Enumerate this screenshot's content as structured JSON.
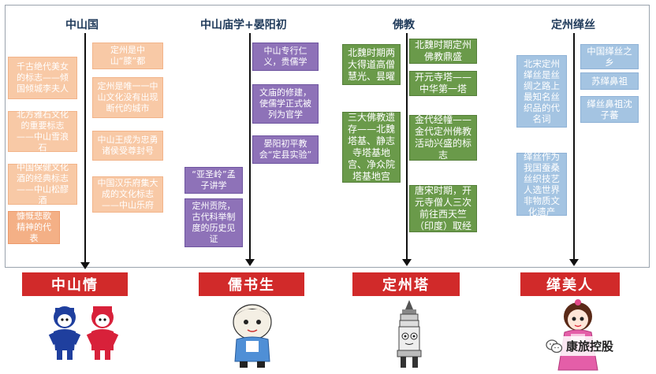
{
  "columns": [
    {
      "title": "中山国",
      "banner": "中山情"
    },
    {
      "title": "中山庙学+晏阳初",
      "banner": "儒书生"
    },
    {
      "title": "佛教",
      "banner": "定州塔"
    },
    {
      "title": "定州缂丝",
      "banner": "缂美人"
    }
  ],
  "zhongshan": {
    "left": [
      "千古绝代美女的标志——倾国倾城李夫人",
      "北方雅石文化的重要标志——中山雪浪石",
      "中国保健文化酒的经典标志——中山松醪酒",
      "慷慨悲歌精神的代表"
    ],
    "right": [
      "定州是中山“膝”都",
      "定州是唯一一中山文化没有出现断代的城市",
      "中山王成为忠勇诸侯受尊封号",
      "中国汉乐府集大成的文化标志——中山乐府"
    ]
  },
  "confucian": {
    "left": [
      "“亚圣岭”孟子讲学",
      "定州贡院，古代科举制度的历史见证"
    ],
    "right": [
      "中山专行仁义，贵儒学",
      "文庙的修建，使儒学正式被列为官学",
      "晏阳初平教会“定县实验”"
    ]
  },
  "buddhism": {
    "left": [
      "北魏时期两大得道高僧慧光、昙曜",
      "三大佛教遗存——北魏塔基、静志寺塔基地宫、净众院塔基地宫"
    ],
    "right": [
      "北魏时期定州佛教鼎盛",
      "开元寺塔——中华第一塔",
      "金代经幢——金代定州佛教活动兴盛的标志",
      "唐宋时期，开元寺僧人三次前往西天竺（印度）取经"
    ]
  },
  "kesi": {
    "left": [
      "北宋定州缂丝是丝绸之路上最知名丝织品的代名词",
      "缂丝作为我国蚕桑丝织技艺人选世界非物质文化遗产"
    ],
    "right": [
      "中国缂丝之乡",
      "苏缂鼻祖",
      "缂丝鼻祖沈子蕃"
    ]
  },
  "watermark": "康旅控股",
  "colors": {
    "banner": "#d12a2a",
    "title": "#1f3a5a",
    "orange": "#f8c9a6",
    "purple": "#8e72b8",
    "green": "#6a9a4a",
    "blue": "#a4c4e2"
  },
  "icons": [
    "wechat-icon",
    "zhongshan-mascots-image",
    "scholar-mascot-image",
    "pagoda-mascot-image",
    "kesi-beauty-mascot-image"
  ]
}
